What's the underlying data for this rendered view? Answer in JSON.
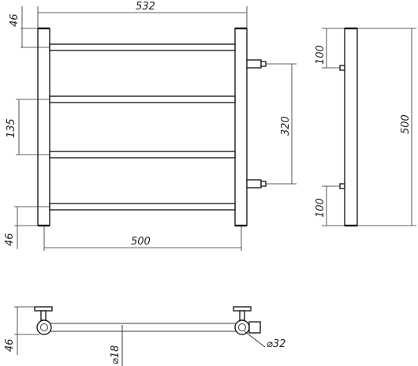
{
  "dimensions": {
    "total_width": "532",
    "bar_span": "500",
    "top_offset": "46",
    "bottom_offset": "46",
    "bar_spacing": "135",
    "mount_spacing": "320",
    "side_height": "500",
    "side_top": "100",
    "side_bottom": "100",
    "depth": "46",
    "bar_diameter": "⌀18",
    "post_diameter": "⌀32"
  }
}
